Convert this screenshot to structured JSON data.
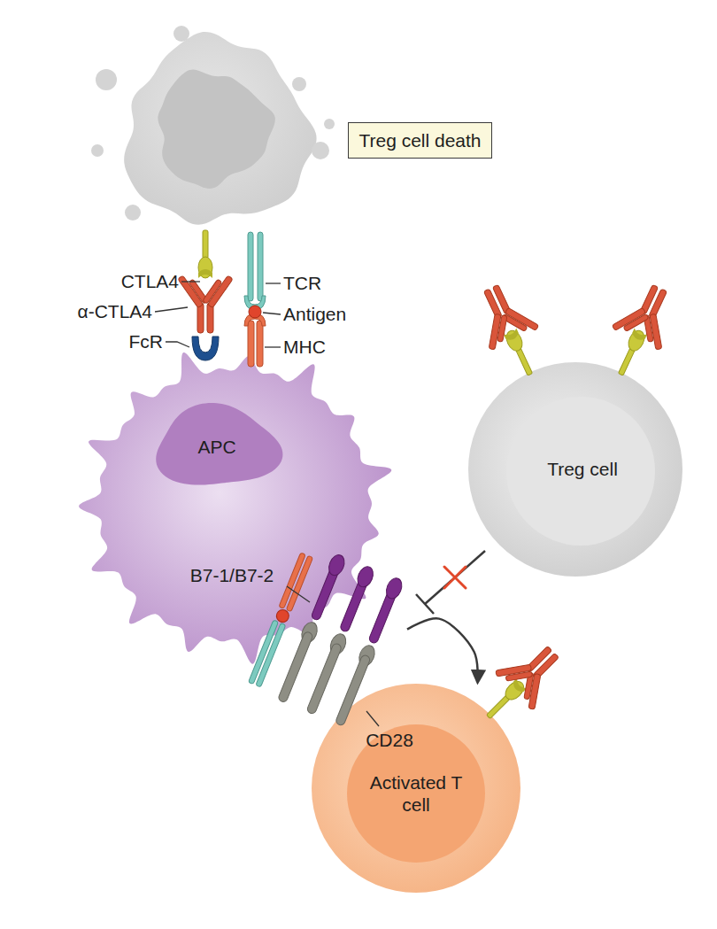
{
  "diagram": {
    "nodes": [
      {
        "text": [
          "Treg cell death"
        ]
      },
      {
        "text": [
          "APC"
        ]
      },
      {
        "text": [
          "Treg cell"
        ]
      },
      {
        "text": [
          "Activated T cell"
        ]
      }
    ],
    "edges": [
      {
        "from": 1,
        "to": 3,
        "arrow": "to"
      }
    ],
    "labels": [
      "CTLA4",
      "α-CTLA4",
      "FcR",
      "TCR",
      "Antigen",
      "MHC",
      "B7-1/B7-2",
      "CD28"
    ]
  }
}
